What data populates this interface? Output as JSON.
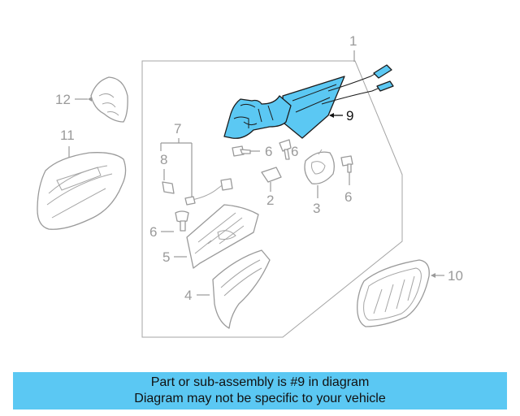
{
  "diagram": {
    "callouts": {
      "c1": "1",
      "c2": "2",
      "c3": "3",
      "c4": "4",
      "c5": "5",
      "c6a": "6",
      "c6b": "6",
      "c6c": "6",
      "c7": "7",
      "c8": "8",
      "c9": "9",
      "c10": "10",
      "c11": "11",
      "c12": "12"
    },
    "highlighted_part": "9",
    "highlight_color": "#5bc8f3",
    "line_color": "#9a9a9a"
  },
  "banner": {
    "line1": "Part or sub-assembly is #9 in diagram",
    "line2": "Diagram may not be specific to your vehicle",
    "color": "#5bc8f3"
  }
}
